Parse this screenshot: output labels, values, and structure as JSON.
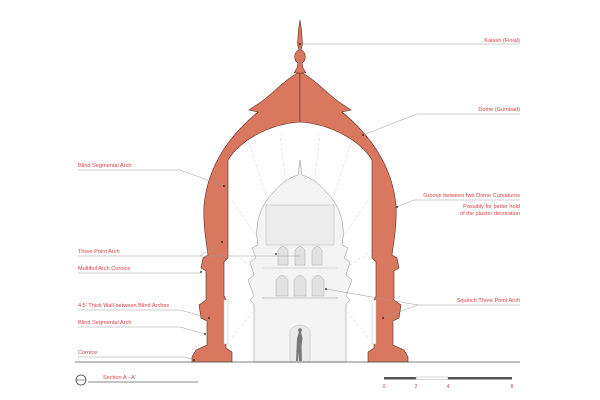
{
  "labels_left": [
    {
      "text": "Blind Segmental Arch"
    },
    {
      "text": "Three Point Arch"
    },
    {
      "text": "Multifoil Arch Cornice"
    },
    {
      "text": "4.5' Thick Wall between Blind Arches"
    },
    {
      "text": "Blind Segmental Arch"
    },
    {
      "text": "Cornice"
    }
  ],
  "labels_right": [
    {
      "text": "Kalash (Finial)"
    },
    {
      "text": "Dome (Gumbad)"
    },
    {
      "text": "Groove between two Dome Curvatures",
      "note1": "Possibly for better hold",
      "note2": "of the plaster decoration"
    },
    {
      "text": "Squinch Three Point Arch"
    }
  ],
  "section_title": "Section A - A'",
  "scale": {
    "ticks": [
      "0",
      "2",
      "4",
      "8"
    ]
  },
  "colors": {
    "brick": "#d9785f",
    "label": "#d9404c"
  }
}
